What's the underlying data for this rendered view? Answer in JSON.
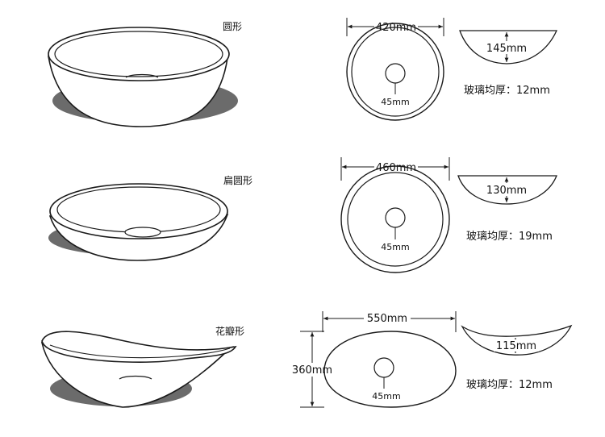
{
  "rows": [
    {
      "shape_name": "圆形",
      "width_label": "420mm",
      "drain_label": "45mm",
      "depth_label": "145mm",
      "thickness_label": "玻璃均厚：12mm"
    },
    {
      "shape_name": "扁圆形",
      "width_label": "460mm",
      "drain_label": "45mm",
      "depth_label": "130mm",
      "thickness_label": "玻璃均厚：19mm"
    },
    {
      "shape_name": "花瓣形",
      "width_label": "550mm",
      "height_label": "360mm",
      "drain_label": "45mm",
      "depth_label": "115mm",
      "thickness_label": "玻璃均厚：12mm"
    }
  ],
  "colors": {
    "line": "#1a1a1a",
    "shadow": "#6b6b6b",
    "fill": "#ffffff"
  }
}
